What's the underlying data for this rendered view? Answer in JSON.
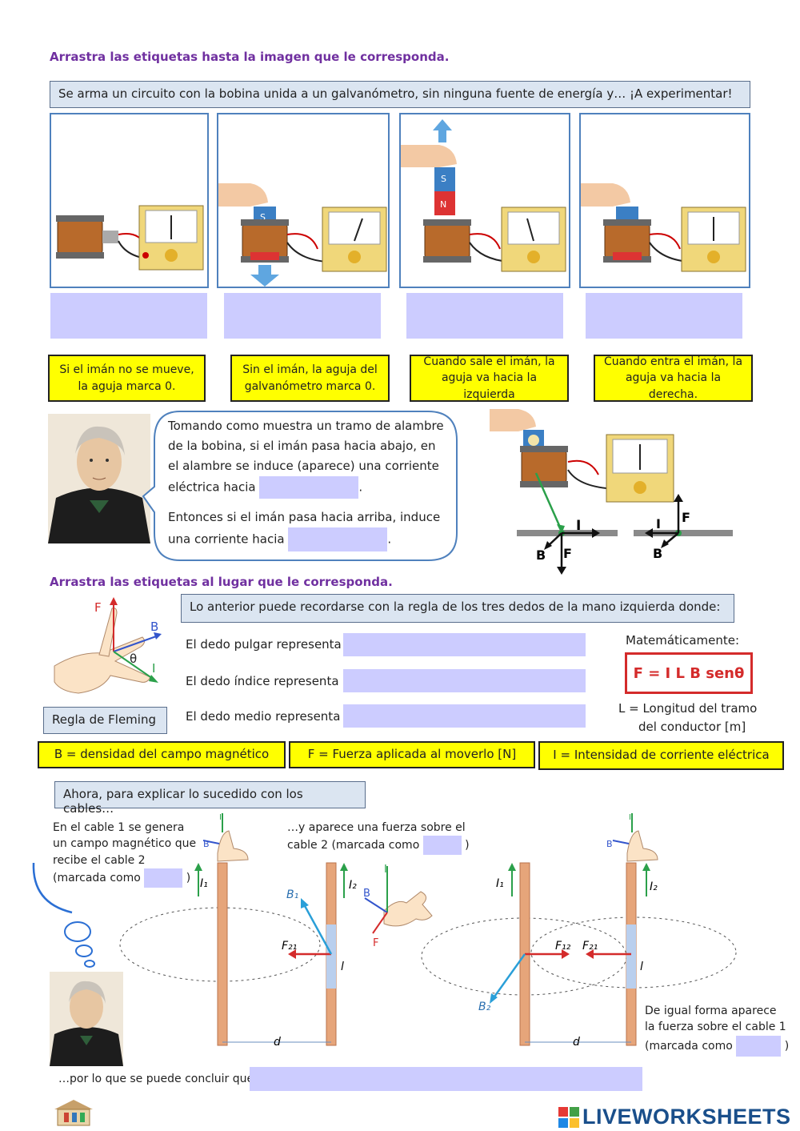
{
  "section1": {
    "heading": "Arrastra las etiquetas hasta la imagen que le corresponda.",
    "intro": "Se arma un circuito con la bobina unida a un galvanómetro, sin ninguna fuente de energía y…    ¡A experimentar!",
    "options": [
      "Si el imán no se mueve, la aguja marca 0.",
      "Sin el imán, la aguja del galvanómetro marca 0.",
      "Cuando sale el imán, la aguja va hacia la izquierda",
      "Cuando entra el imán, la aguja va hacia la derecha."
    ],
    "magnet_s": "S",
    "magnet_n": "N"
  },
  "speech": {
    "p1a": "Tomando como muestra un tramo de alambre de la bobina, si el imán pasa hacia abajo, en el alambre se induce (aparece) una corriente eléctrica hacia",
    "p2a": "Entonces si el imán pasa hacia arriba, induce una corriente hacia",
    "period": "."
  },
  "wire_diagram": {
    "i": "I",
    "b": "B",
    "f": "F"
  },
  "section2": {
    "heading": "Arrastra las etiquetas al lugar que le corresponda.",
    "rule": "Lo anterior puede recordarse con la regla de los tres dedos de la mano izquierda donde:",
    "thumb": "El dedo pulgar representa",
    "index": "El dedo índice representa",
    "middle": "El dedo medio representa",
    "fleming": "Regla de Fleming",
    "math_label": "Matemáticamente:",
    "formula": "F = I L B senθ",
    "length_note_1": "L = Longitud del tramo",
    "length_note_2": "del conductor [m]",
    "labels": [
      "B = densidad del campo magnético",
      "F = Fuerza aplicada al moverlo [N]",
      "I = Intensidad de corriente eléctrica"
    ],
    "hand_f": "F",
    "hand_b": "B",
    "hand_i": "I",
    "hand_theta": "θ"
  },
  "section3": {
    "intro": "Ahora, para explicar lo sucedido con los cables…",
    "cable1_text_1": "En el cable 1 se genera",
    "cable1_text_2": "un campo magnético que",
    "cable1_text_3": "recibe el cable 2",
    "cable1_text_4": "(marcada como",
    "force_text_1": "…y aparece una fuerza sobre el",
    "force_text_2": "cable 2 (marcada como",
    "same_text_1": "De igual forma aparece",
    "same_text_2": "la fuerza sobre el cable 1",
    "same_text_3": "(marcada como",
    "close_paren": ")",
    "conclude": "…por lo que se puede concluir que",
    "labels": {
      "I1": "I₁",
      "I2": "I₂",
      "B1": "B₁",
      "B2": "B₂",
      "F21": "F₂₁",
      "F12": "F₁₂",
      "l": "l",
      "d": "d",
      "I": "I",
      "B": "B",
      "F": "F"
    }
  },
  "footer": {
    "brand": "LIVEWORKSHEETS"
  },
  "colors": {
    "heading": "#7030a0",
    "dropzone": "#ccccff",
    "label_bg": "#ffff00",
    "accent_blue": "#4f81bd",
    "formula": "#d42b2b"
  }
}
